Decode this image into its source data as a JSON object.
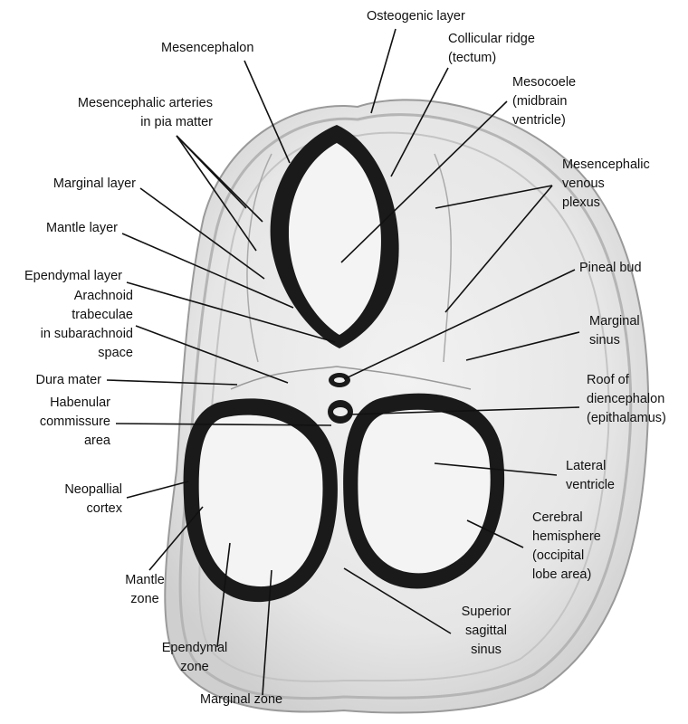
{
  "labels": {
    "osteogenic_layer": "Osteogenic layer",
    "mesencephalon": "Mesencephalon",
    "collicular_ridge": "Collicular ridge\n(tectum)",
    "mesocoele": "Mesocoele\n(midbrain\nventricle)",
    "mesencephalic_arteries": "Mesencephalic arteries\nin pia matter",
    "marginal_layer": "Marginal layer",
    "mesencephalic_venous_plexus": "Mesencephalic\nvenous\nplexus",
    "mantle_layer": "Mantle layer",
    "pineal_bud": "Pineal bud",
    "ependymal_layer": "Ependymal layer",
    "arachnoid_trabeculae": "Arachnoid\ntrabeculae\nin subarachnoid\nspace",
    "marginal_sinus": "Marginal\nsinus",
    "dura_mater": "Dura mater",
    "roof_of_diencephalon": "Roof of\ndiencephalon\n(epithalamus)",
    "habenular_commissure": "Habenular\ncommissure\narea",
    "lateral_ventricle": "Lateral\nventricle",
    "neopallial_cortex": "Neopallial\ncortex",
    "cerebral_hemisphere": "Cerebral\nhemisphere\n(occipital\nlobe area)",
    "mantle_zone": "Mantle\nzone",
    "superior_sagittal_sinus": "Superior\nsagittal\nsinus",
    "ependymal_zone": "Ependymal\nzone",
    "marginal_zone": "Marginal zone"
  }
}
